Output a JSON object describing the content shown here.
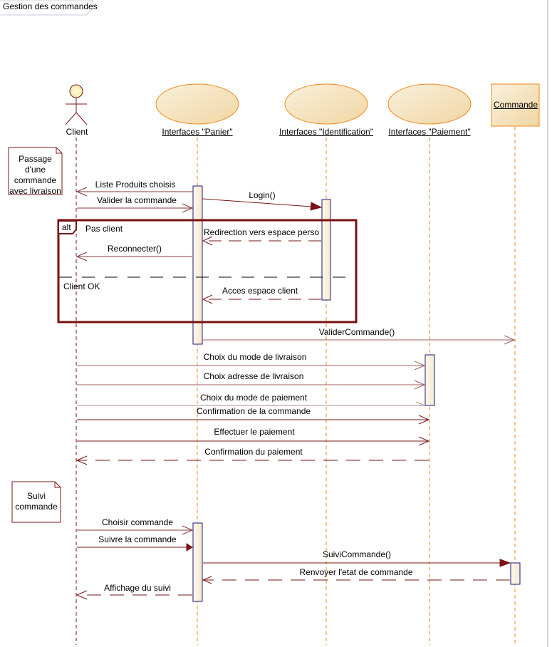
{
  "diagram": {
    "title": "Gestion des commandes",
    "colors": {
      "message": "#7a1515",
      "lifeline_actor": "#7a1515",
      "lifeline_object": "#f08a1c",
      "activation_border": "#1a1a80",
      "object_fill": "#f5deb0",
      "object_border": "#f08a1c",
      "fragment": "#7a1010"
    },
    "lifelines": [
      {
        "id": "client",
        "label": "Client",
        "kind": "actor"
      },
      {
        "id": "panier",
        "label": "Interfaces \"Panier\"",
        "kind": "boundary"
      },
      {
        "id": "identification",
        "label": "Interfaces \"Identification\"",
        "kind": "boundary"
      },
      {
        "id": "paiement",
        "label": "Interfaces \"Paiement\"",
        "kind": "boundary"
      },
      {
        "id": "commande",
        "label": "Commande",
        "kind": "object"
      }
    ],
    "notes": [
      {
        "lines": [
          "Passage d'une",
          "commande",
          "avec livraison"
        ]
      },
      {
        "lines": [
          "Suivi",
          "commande"
        ]
      }
    ],
    "fragment": {
      "operator": "alt",
      "guards": [
        "Pas client",
        "Client OK"
      ]
    },
    "messages": [
      {
        "label": "Liste Produits choisis",
        "from": "panier",
        "to": "client",
        "style": "sync-open"
      },
      {
        "label": "Valider la commande",
        "from": "client",
        "to": "panier",
        "style": "sync-open"
      },
      {
        "label": "Login()",
        "from": "panier",
        "to": "identification",
        "style": "sync-filled"
      },
      {
        "label": "Redirection vers espace perso",
        "from": "identification",
        "to": "panier",
        "style": "return"
      },
      {
        "label": "Reconnecter()",
        "from": "panier",
        "to": "client",
        "style": "sync-open"
      },
      {
        "label": "Acces espace client",
        "from": "identification",
        "to": "panier",
        "style": "return"
      },
      {
        "label": "ValiderCommande()",
        "from": "panier",
        "to": "commande",
        "style": "sync-open"
      },
      {
        "label": "Choix du mode de livraison",
        "from": "client",
        "to": "paiement",
        "style": "sync-open"
      },
      {
        "label": "Choix adresse de livraison",
        "from": "client",
        "to": "paiement",
        "style": "sync-open"
      },
      {
        "label": "Choix du mode de paiement",
        "from": "client",
        "to": "paiement",
        "style": "sync-open"
      },
      {
        "label": "Confirmation de la commande",
        "from": "client",
        "to": "paiement",
        "style": "sync-open"
      },
      {
        "label": "Effectuer le paiement",
        "from": "client",
        "to": "paiement",
        "style": "sync-open"
      },
      {
        "label": "Confirmation du paiement",
        "from": "paiement",
        "to": "client",
        "style": "return"
      },
      {
        "label": "Choisir commande",
        "from": "client",
        "to": "panier",
        "style": "sync-open"
      },
      {
        "label": "Suivre la commande",
        "from": "client",
        "to": "panier",
        "style": "sync-filled"
      },
      {
        "label": "SuiviCommande()",
        "from": "panier",
        "to": "commande",
        "style": "sync-filled"
      },
      {
        "label": "Renvoyer l'etat de commande",
        "from": "commande",
        "to": "panier",
        "style": "return"
      },
      {
        "label": "Affichage du suivi",
        "from": "panier",
        "to": "client",
        "style": "return"
      }
    ]
  }
}
